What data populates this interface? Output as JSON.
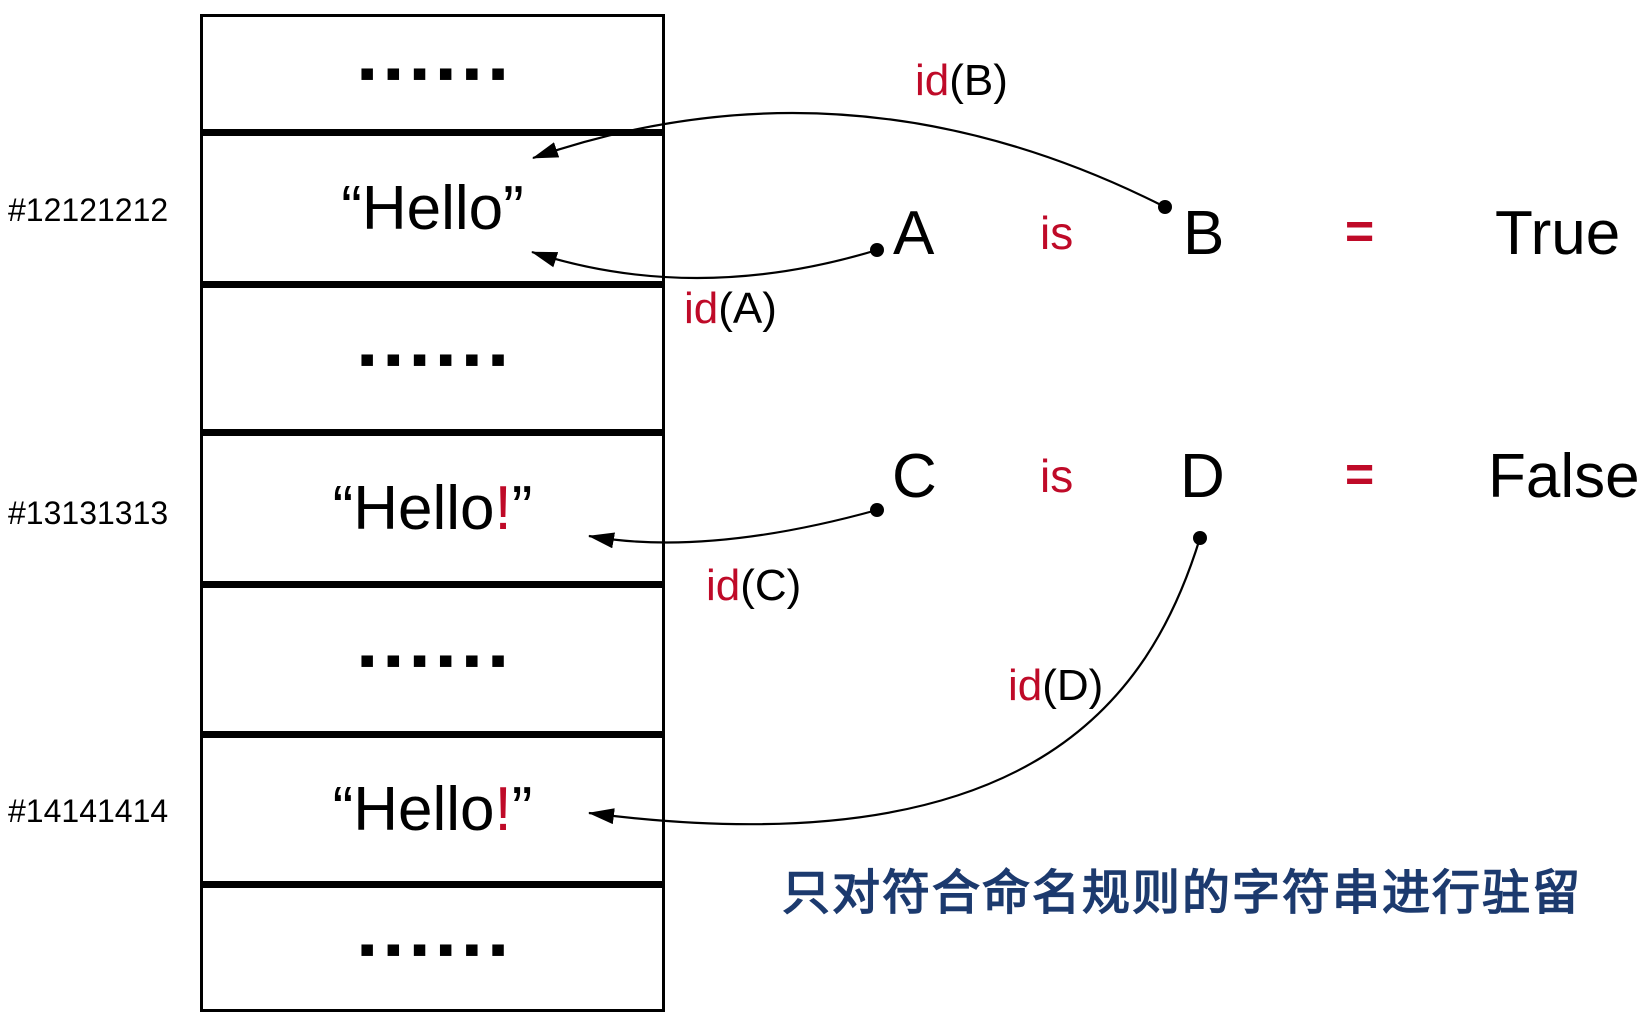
{
  "colors": {
    "accent_red": "#bf0a28",
    "caption_navy": "#1c3a6e",
    "line_black": "#000000"
  },
  "memory": {
    "rows": [
      {
        "type": "ellipsis",
        "text": "■■■■■■"
      },
      {
        "type": "string",
        "prefix": "“Hello",
        "excl": "",
        "suffix": "”",
        "address": "#12121212"
      },
      {
        "type": "ellipsis",
        "text": "■■■■■■"
      },
      {
        "type": "string",
        "prefix": "“Hello",
        "excl": "!",
        "suffix": "”",
        "address": "#13131313"
      },
      {
        "type": "ellipsis",
        "text": "■■■■■■"
      },
      {
        "type": "string",
        "prefix": "“Hello",
        "excl": "!",
        "suffix": "”",
        "address": "#14141414"
      },
      {
        "type": "ellipsis",
        "text": "■■■■■■"
      }
    ]
  },
  "id_labels": [
    {
      "fn": "id",
      "arg": "(A)"
    },
    {
      "fn": "id",
      "arg": "(B)"
    },
    {
      "fn": "id",
      "arg": "(C)"
    },
    {
      "fn": "id",
      "arg": "(D)"
    }
  ],
  "expressions": [
    {
      "left": "A",
      "op": "is",
      "right": "B",
      "eq": "=",
      "result": "True"
    },
    {
      "left": "C",
      "op": "is",
      "right": "D",
      "eq": "=",
      "result": "False"
    }
  ],
  "caption": {
    "text": "只对符合命名规则的字符串进行驻留"
  }
}
